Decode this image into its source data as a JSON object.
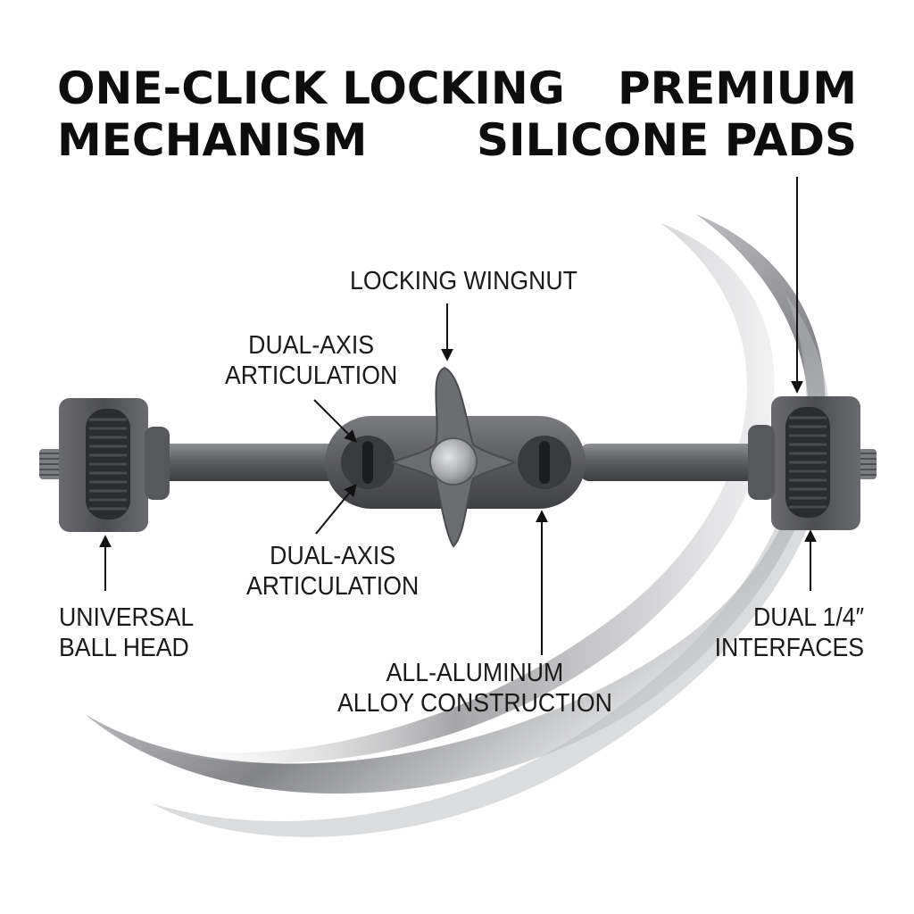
{
  "headlines": {
    "left": [
      "ONE-CLICK LOCKING",
      "MECHANISM"
    ],
    "right": [
      "PREMIUM",
      "SILICONE PADS"
    ]
  },
  "callouts": {
    "wingnut": [
      "LOCKING WINGNUT"
    ],
    "dual_axis_top": [
      "DUAL-AXIS",
      "ARTICULATION"
    ],
    "dual_axis_bottom": [
      "DUAL-AXIS",
      "ARTICULATION"
    ],
    "ball_head": [
      "UNIVERSAL",
      "BALL HEAD"
    ],
    "interfaces": [
      "DUAL 1/4″",
      "INTERFACES"
    ],
    "aluminum": [
      "ALL-ALUMINUM",
      "ALLOY CONSTRUCTION"
    ]
  },
  "colors": {
    "text": "#0d0d0d",
    "metal_dark": "#4a4b4e",
    "metal_mid": "#6b6c70",
    "metal_light": "#9a9ba0",
    "swoosh": "#8a8b90"
  }
}
